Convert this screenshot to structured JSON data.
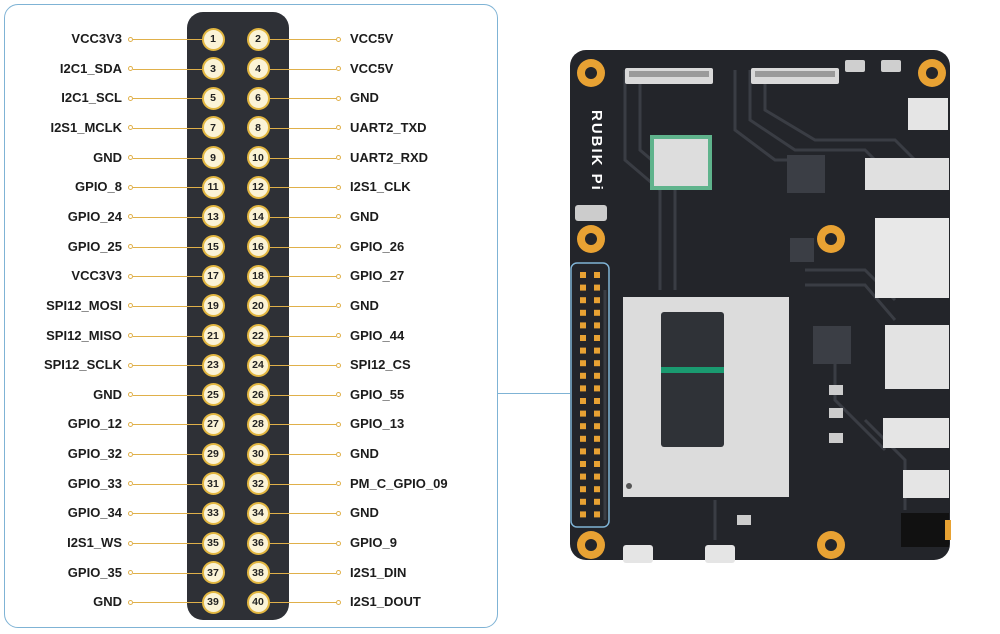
{
  "diagram": {
    "board_logo": "RUBIK Pi",
    "pins": [
      {
        "n": "1",
        "name": "VCC3V3"
      },
      {
        "n": "2",
        "name": "VCC5V"
      },
      {
        "n": "3",
        "name": "I2C1_SDA"
      },
      {
        "n": "4",
        "name": "VCC5V"
      },
      {
        "n": "5",
        "name": "I2C1_SCL"
      },
      {
        "n": "6",
        "name": "GND"
      },
      {
        "n": "7",
        "name": "I2S1_MCLK"
      },
      {
        "n": "8",
        "name": "UART2_TXD"
      },
      {
        "n": "9",
        "name": "GND"
      },
      {
        "n": "10",
        "name": "UART2_RXD"
      },
      {
        "n": "11",
        "name": "GPIO_8"
      },
      {
        "n": "12",
        "name": "I2S1_CLK"
      },
      {
        "n": "13",
        "name": "GPIO_24"
      },
      {
        "n": "14",
        "name": "GND"
      },
      {
        "n": "15",
        "name": "GPIO_25"
      },
      {
        "n": "16",
        "name": "GPIO_26"
      },
      {
        "n": "17",
        "name": "VCC3V3"
      },
      {
        "n": "18",
        "name": "GPIO_27"
      },
      {
        "n": "19",
        "name": "SPI12_MOSI"
      },
      {
        "n": "20",
        "name": "GND"
      },
      {
        "n": "21",
        "name": "SPI12_MISO"
      },
      {
        "n": "22",
        "name": "GPIO_44"
      },
      {
        "n": "23",
        "name": "SPI12_SCLK"
      },
      {
        "n": "24",
        "name": "SPI12_CS"
      },
      {
        "n": "25",
        "name": "GND"
      },
      {
        "n": "26",
        "name": "GPIO_55"
      },
      {
        "n": "27",
        "name": "GPIO_12"
      },
      {
        "n": "28",
        "name": "GPIO_13"
      },
      {
        "n": "29",
        "name": "GPIO_32"
      },
      {
        "n": "30",
        "name": "GND"
      },
      {
        "n": "31",
        "name": "GPIO_33"
      },
      {
        "n": "32",
        "name": "PM_C_GPIO_09"
      },
      {
        "n": "33",
        "name": "GPIO_34"
      },
      {
        "n": "34",
        "name": "GND"
      },
      {
        "n": "35",
        "name": "I2S1_WS"
      },
      {
        "n": "36",
        "name": "GPIO_9"
      },
      {
        "n": "37",
        "name": "GPIO_35"
      },
      {
        "n": "38",
        "name": "I2S1_DIN"
      },
      {
        "n": "39",
        "name": "GND"
      },
      {
        "n": "40",
        "name": "I2S1_DOUT"
      }
    ],
    "colors": {
      "panel_border": "#7fb3d5",
      "header_bg": "#2e3036",
      "pin_fill": "#fbf3d6",
      "pin_ring": "#e2b640",
      "board": "#23252a",
      "gold": "#e8a233"
    }
  }
}
